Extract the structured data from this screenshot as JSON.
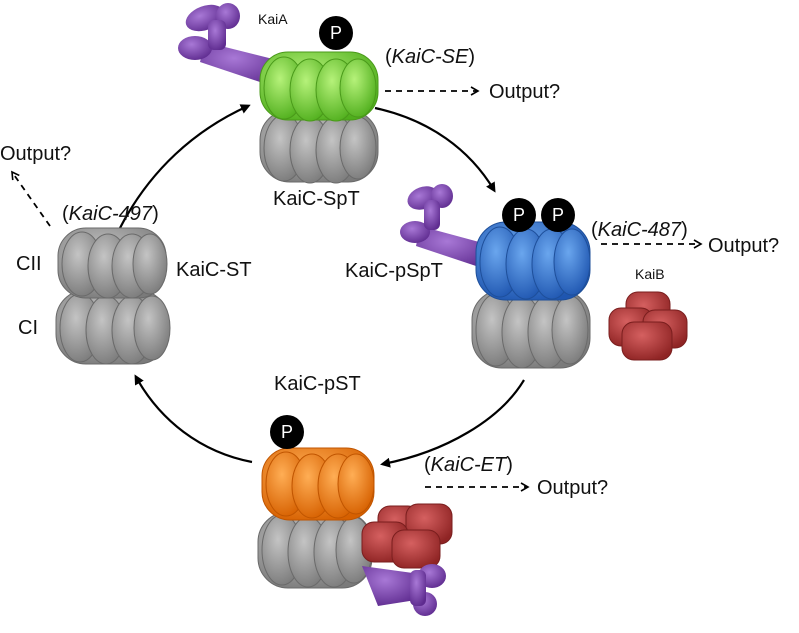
{
  "colors": {
    "kaia": "#7d3fad",
    "kaib": "#a83232",
    "cii_green": "#7fd33e",
    "cii_blue": "#2f74d0",
    "cii_orange": "#f07c0f",
    "grey": "#8a8a8a",
    "phospho": "#000000"
  },
  "states": {
    "spt": {
      "name": "KaiC-SpT",
      "gene_open": "(",
      "gene": "KaiC-SE",
      "gene_close": ")",
      "output": "Output?"
    },
    "pspt": {
      "name": "KaiC-pSpT",
      "gene_open": "(",
      "gene": "KaiC-487",
      "gene_close": ")",
      "output": "Output?"
    },
    "pst": {
      "name": "KaiC-pST",
      "gene_open": "(",
      "gene": "KaiC-ET",
      "gene_close": ")",
      "output": "Output?"
    },
    "st": {
      "name": "KaiC-ST",
      "gene_open": "(",
      "gene": "KaiC-497",
      "gene_close": ")",
      "output": "Output?"
    }
  },
  "proteins": {
    "kaia": "KaiA",
    "kaib": "KaiB"
  },
  "domains": {
    "cii": "CII",
    "ci": "CI"
  },
  "phospho_label": "P"
}
